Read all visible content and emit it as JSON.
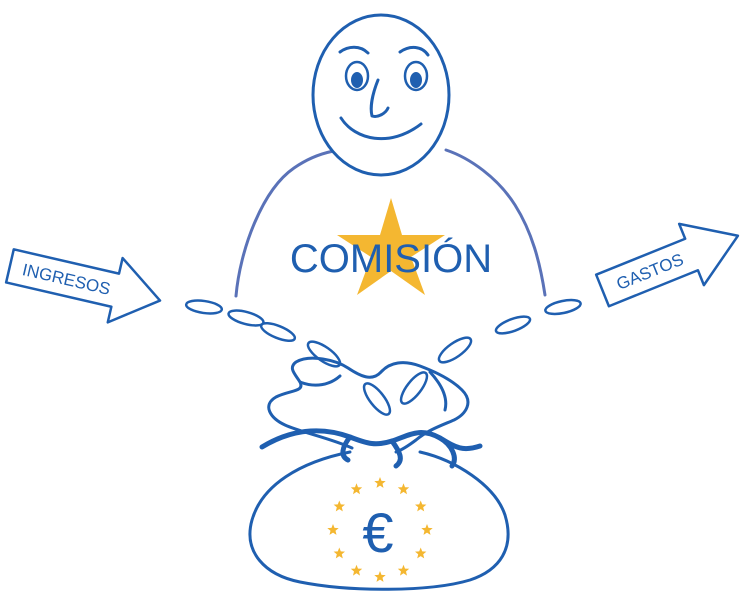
{
  "labels": {
    "commission": "COMISIÓN",
    "income": "INGRESOS",
    "expenses": "GASTOS",
    "currency_symbol": "€"
  },
  "colors": {
    "ink": "#1f5fb0",
    "star": "#f4b731",
    "background": "#ffffff"
  },
  "icons": {
    "face": "smiling-face-icon",
    "star": "star-icon",
    "coin": "coin-icon",
    "bag": "money-bag-icon",
    "euro": "euro-icon"
  }
}
